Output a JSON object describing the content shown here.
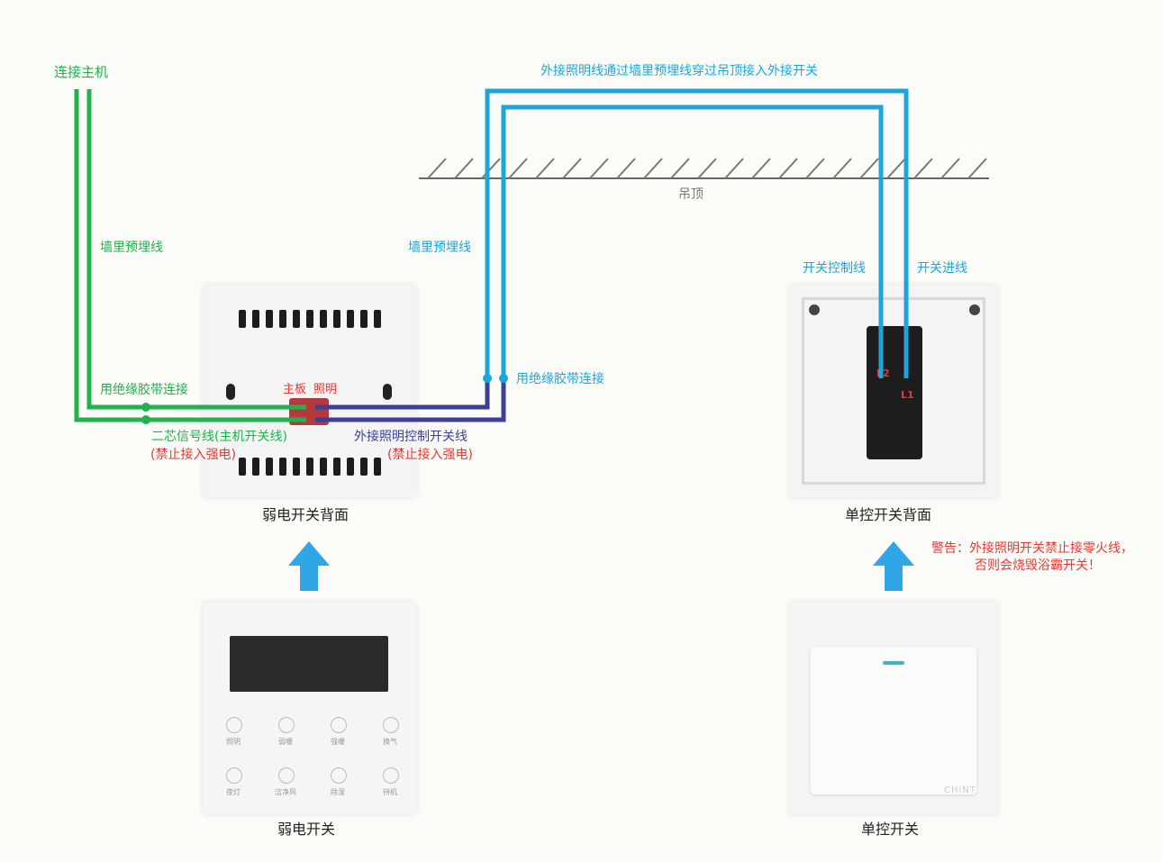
{
  "labels": {
    "connect_host": "连接主机",
    "wall_wire_left": "墙里预埋线",
    "wall_wire_mid": "墙里预埋线",
    "insulating_tape_left": "用绝缘胶带连接",
    "insulating_tape_right": "用绝缘胶带连接",
    "ceiling": "吊顶",
    "outer_lighting_route": "外接照明线通过墙里预埋线穿过吊顶接入外接开关",
    "switch_control_wire": "开关控制线",
    "switch_input_wire": "开关进线",
    "two_core_signal": "二芯信号线(主机开关线)",
    "no_strong_current_left": "(禁止接入强电)",
    "outer_lighting_control": "外接照明控制开关线",
    "no_strong_current_right": "(禁止接入强电)",
    "terminal_main": "主板",
    "terminal_light": "照明",
    "weak_switch_back": "弱电开关背面",
    "single_switch_back": "单控开关背面",
    "weak_switch": "弱电开关",
    "single_switch": "单控开关",
    "warning_line1": "警告：外接照明开关禁止接零火线，",
    "warning_line2": "否则会烧毁浴霸开关！",
    "terminal_l2": "L2",
    "terminal_l1": "L1",
    "brand": "CHiNT"
  },
  "keypad": [
    {
      "label": "照明"
    },
    {
      "label": "弱暖"
    },
    {
      "label": "强暖"
    },
    {
      "label": "换气"
    },
    {
      "label": "夜灯"
    },
    {
      "label": "洁净风"
    },
    {
      "label": "除湿"
    },
    {
      "label": "待机"
    }
  ],
  "colors": {
    "green": "#22b14c",
    "cyan": "#1ba8d8",
    "navy": "#3c3f99",
    "red": "#e53935"
  }
}
